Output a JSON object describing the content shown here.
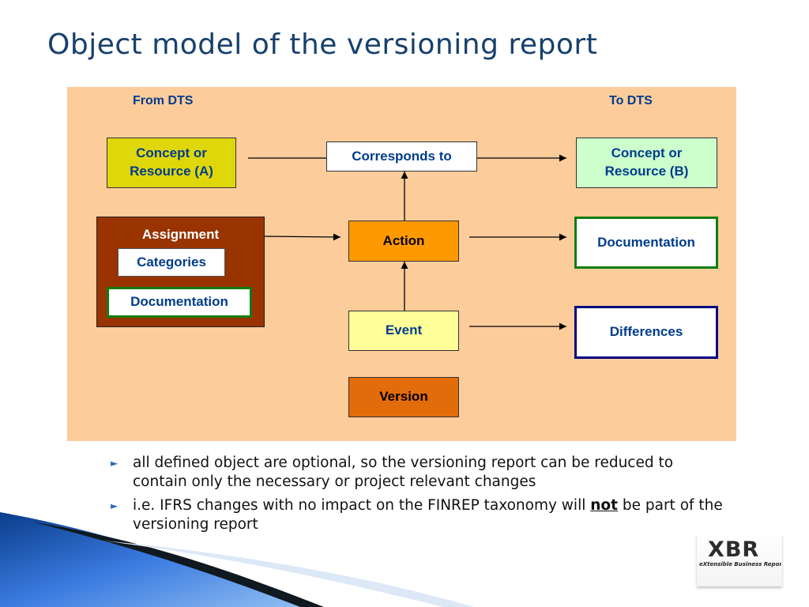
{
  "title": "Object model of the versioning report",
  "diagram": {
    "from_label": "From DTS",
    "to_label": "To DTS",
    "concept_a": [
      "Concept or",
      "Resource (A)"
    ],
    "concept_b": [
      "Concept or",
      "Resource (B)"
    ],
    "corresponds_to": "Corresponds to",
    "assignment": {
      "label": "Assignment",
      "categories": "Categories",
      "documentation": "Documentation"
    },
    "action": "Action",
    "event": "Event",
    "version": "Version",
    "documentation_right": "Documentation",
    "differences": "Differences"
  },
  "bullets": [
    {
      "text": "all defined object are optional, so the versioning report can be reduced to contain only the necessary or project relevant changes"
    },
    {
      "before": "i.e. IFRS changes with no impact on the FINREP taxonomy will ",
      "emphasis": "not",
      "after": " be part of the versioning report"
    }
  ],
  "logo": {
    "mark": "XBR",
    "subtitle": "eXtensible Business Reporting"
  },
  "colors": {
    "title": "#17406d",
    "panel": "#fdcc9b",
    "box_text": "#003c8c",
    "concept_a_fill": "#dfd70a",
    "concept_b_fill": "#ccffcc",
    "assignment_fill": "#993300",
    "action_fill": "#ff9900",
    "event_fill": "#ffff99",
    "version_fill": "#e36c0a",
    "green_border": "#0f7d0f",
    "navy_border": "#000080",
    "bullet_marker": "#2f6fb0"
  },
  "icons": {
    "bullet": "triangle-right-icon"
  }
}
